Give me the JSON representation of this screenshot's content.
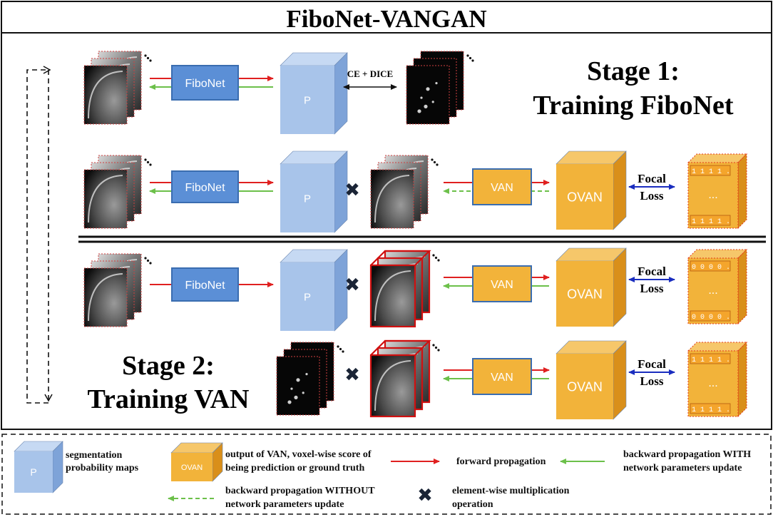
{
  "title": "FiboNet-VANGAN",
  "stage1": {
    "line1": "Stage 1:",
    "line2": "Training FiboNet"
  },
  "stage2": {
    "line1": "Stage 2:",
    "line2": "Training VAN"
  },
  "labels": {
    "fibonet": "FiboNet",
    "van": "VAN",
    "ovan": "OVAN",
    "p": "P",
    "ce_dice": "CE + DICE",
    "focal": "Focal",
    "loss": "Loss",
    "ones": "1 1 1 1 .",
    "zeros": "0 0 0 0 .",
    "ellipsis": "..."
  },
  "legend": {
    "p_label": "P",
    "p_line1": "segmentation",
    "p_line2": "probability maps",
    "ovan_label": "OVAN",
    "ovan_line1": "output of VAN, voxel-wise score of",
    "ovan_line2": "being prediction or ground truth",
    "forward": "forward propagation",
    "backward_with_line1": "backward propagation WITH",
    "backward_with_line2": "network parameters update",
    "backward_without_line1": "backward propagation WITHOUT",
    "backward_without_line2": "network parameters update",
    "mult_line1": "element-wise multiplication",
    "mult_line2": "operation"
  },
  "colors": {
    "fibonet_fill": "#5b8fd6",
    "p_front": "#a8c4ea",
    "van_fill": "#f2b33a",
    "ovan_front": "#f2b33a",
    "ovan_side": "#d98f1a",
    "forward_arrow": "#e02020",
    "backward_arrow": "#6cc04a",
    "loss_arrow": "#1a2dbf"
  }
}
